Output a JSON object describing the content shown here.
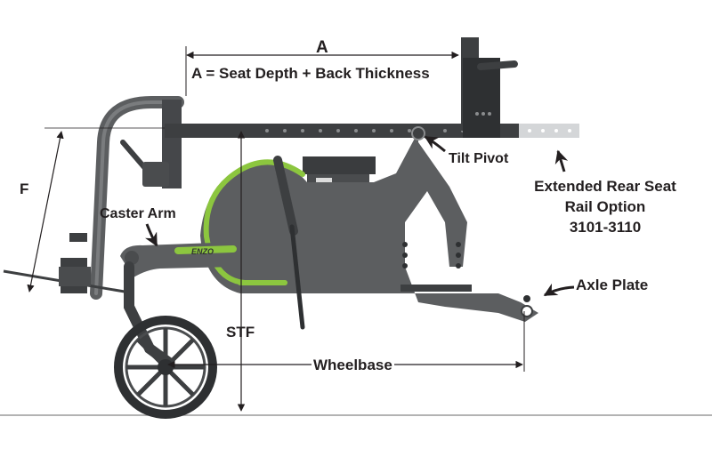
{
  "labels": {
    "dim_a": "A",
    "dim_a_formula": "A = Seat Depth + Back Thickness",
    "dim_f": "F",
    "caster_arm": "Caster Arm",
    "tilt_pivot": "Tilt Pivot",
    "extended_rail": [
      "Extended Rear Seat",
      "Rail Option",
      "3101-3110"
    ],
    "axle_plate": "Axle Plate",
    "stf": "STF",
    "wheelbase": "Wheelbase",
    "frame_logo": "ENZO"
  },
  "colors": {
    "frame": "#5c5e60",
    "frame_dark": "#3d3f41",
    "accent_green": "#8cc63f",
    "rail_extension": "#d4d6d8",
    "text": "#231f20",
    "ground": "#9a9a9a"
  }
}
